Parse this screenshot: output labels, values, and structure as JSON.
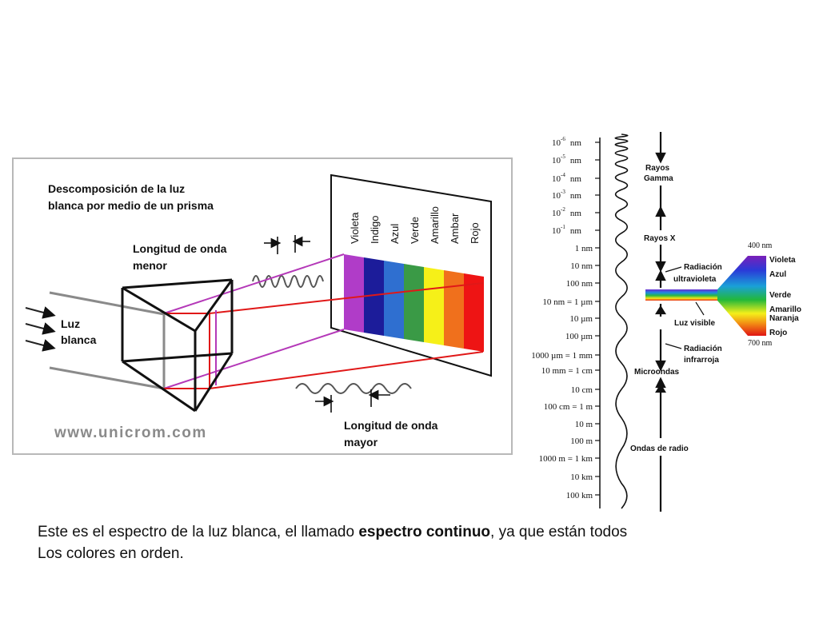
{
  "prism": {
    "title_line1": "Descomposición de la luz",
    "title_line2": "blanca por medio de un prisma",
    "short_wave_line1": "Longitud de onda",
    "short_wave_line2": "menor",
    "long_wave_line1": "Longitud de onda",
    "long_wave_line2": "mayor",
    "white_light_line1": "Luz",
    "white_light_line2": "blanca",
    "watermark": "www.unicrom.com",
    "colors": [
      {
        "label": "Violeta",
        "hex": "#b03cc8"
      },
      {
        "label": "Indigo",
        "hex": "#1c1c9a"
      },
      {
        "label": "Azul",
        "hex": "#2f6fd0"
      },
      {
        "label": "Verde",
        "hex": "#3a9a46"
      },
      {
        "label": "Amarillo",
        "hex": "#f6f018"
      },
      {
        "label": "Ambar",
        "hex": "#f0701c"
      },
      {
        "label": "Rojo",
        "hex": "#ee1414"
      }
    ]
  },
  "spectrum": {
    "scale": [
      {
        "base": "10",
        "exp": "-6",
        "unit": "nm"
      },
      {
        "base": "10",
        "exp": "-5",
        "unit": "nm"
      },
      {
        "base": "10",
        "exp": "-4",
        "unit": "nm"
      },
      {
        "base": "10",
        "exp": "-3",
        "unit": "nm"
      },
      {
        "base": "10",
        "exp": "-2",
        "unit": "nm"
      },
      {
        "base": "10",
        "exp": "-1",
        "unit": "nm"
      },
      {
        "base": "1 nm",
        "exp": "",
        "unit": ""
      },
      {
        "base": "10 nm",
        "exp": "",
        "unit": ""
      },
      {
        "base": "100 nm",
        "exp": "",
        "unit": ""
      },
      {
        "base": "10    nm = 1 µm",
        "exp": "",
        "unit": ""
      },
      {
        "base": "10 µm",
        "exp": "",
        "unit": ""
      },
      {
        "base": "100 µm",
        "exp": "",
        "unit": ""
      },
      {
        "base": "1000 µm = 1 mm",
        "exp": "",
        "unit": ""
      },
      {
        "base": "10 mm = 1 cm",
        "exp": "",
        "unit": ""
      },
      {
        "base": "10 cm",
        "exp": "",
        "unit": ""
      },
      {
        "base": "100 cm = 1 m",
        "exp": "",
        "unit": ""
      },
      {
        "base": "10 m",
        "exp": "",
        "unit": ""
      },
      {
        "base": "100 m",
        "exp": "",
        "unit": ""
      },
      {
        "base": "1000 m = 1 km",
        "exp": "",
        "unit": ""
      },
      {
        "base": "10 km",
        "exp": "",
        "unit": ""
      },
      {
        "base": "100 km",
        "exp": "",
        "unit": ""
      }
    ],
    "gamma_line1": "Rayos",
    "gamma_line2": "Gamma",
    "xray": "Rayos X",
    "uv_line1": "Radiación",
    "uv_line2": "ultravioleta",
    "visible": "Luz visible",
    "ir_line1": "Radiación",
    "ir_line2": "infrarroja",
    "microwave": "Microondas",
    "radio": "Ondas de radio",
    "nm400": "400 nm",
    "nm700": "700 nm",
    "visible_colors": [
      "Violeta",
      "Azul",
      "Verde",
      "Amarillo",
      "Naranja",
      "Rojo"
    ]
  },
  "caption": {
    "part1": "Este es el espectro de la luz blanca, el llamado ",
    "bold": "espectro continuo",
    "part2": ", ya que están todos",
    "line2": "Los colores en orden."
  }
}
